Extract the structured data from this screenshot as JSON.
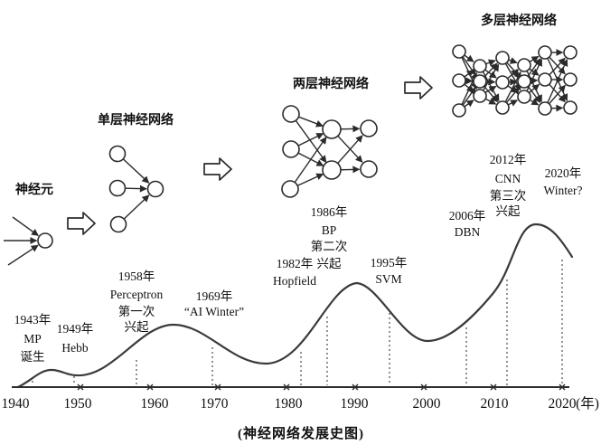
{
  "caption": "(神经网络发展史图)",
  "stages": [
    {
      "label": "神经元"
    },
    {
      "label": "单层神经网络"
    },
    {
      "label": "两层神经网络"
    },
    {
      "label": "多层神经网络"
    }
  ],
  "events": [
    {
      "year": "1943",
      "lines": [
        "1943年",
        "MP",
        "诞生"
      ]
    },
    {
      "year": "1949",
      "lines": [
        "1949年",
        "Hebb"
      ]
    },
    {
      "year": "1958",
      "lines": [
        "1958年",
        "Perceptron",
        "第一次",
        "兴起"
      ]
    },
    {
      "year": "1969",
      "lines": [
        "1969年",
        "“AI Winter”"
      ]
    },
    {
      "year": "1982",
      "lines": [
        "1982年",
        "Hopfield"
      ]
    },
    {
      "year": "1986",
      "lines": [
        "1986年",
        "BP",
        "第二次",
        "兴起"
      ]
    },
    {
      "year": "1995",
      "lines": [
        "1995年",
        "SVM"
      ]
    },
    {
      "year": "2006",
      "lines": [
        "2006年",
        "DBN"
      ]
    },
    {
      "year": "2012",
      "lines": [
        "2012年",
        "CNN",
        "第三次",
        "兴起"
      ]
    },
    {
      "year": "2020",
      "lines": [
        "2020年",
        "Winter?"
      ]
    }
  ],
  "axis": {
    "ticks": [
      "1940",
      "1950",
      "1960",
      "1970",
      "1980",
      "1990",
      "2000",
      "2010",
      "2020"
    ],
    "unit": "(年)"
  },
  "curve": {
    "type": "line",
    "x_unit": "year",
    "y_unit": "relative popularity (no scale shown)",
    "keypoints": [
      [
        1941,
        0
      ],
      [
        1946,
        0.11
      ],
      [
        1950,
        0.07
      ],
      [
        1963,
        0.38
      ],
      [
        1977,
        0.14
      ],
      [
        1990,
        0.64
      ],
      [
        2000,
        0.28
      ],
      [
        2016,
        1.0
      ],
      [
        2020,
        0.8
      ]
    ]
  },
  "icons": {
    "stage_transition": "hollow-right-arrow"
  },
  "colors": {
    "ink": "#2b2b2b",
    "background": "#ffffff"
  }
}
